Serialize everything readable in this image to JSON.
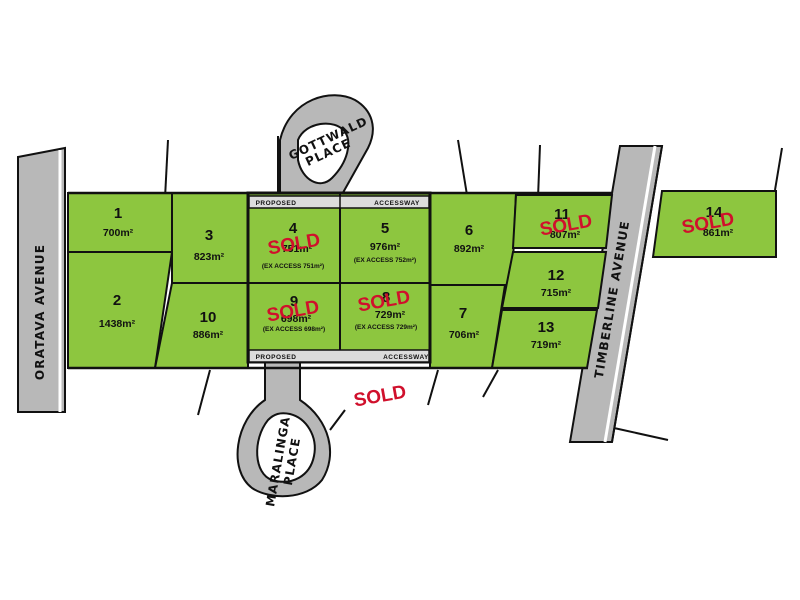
{
  "roads": {
    "oratava": "ORATAVA AVENUE",
    "timberline": "TIMBERLINE AVENUE",
    "gottwald_line1": "GOTTWALD",
    "gottwald_line2": "PLACE",
    "maralinga_line1": "MARALINGA",
    "maralinga_line2": "PLACE"
  },
  "access": {
    "top_left": "PROPOSED",
    "top_right": "ACCESSWAY",
    "bottom_left": "PROPOSED",
    "bottom_right": "ACCESSWAY"
  },
  "lots": [
    {
      "id": "1",
      "area": "700m²",
      "sub": "",
      "sold": false
    },
    {
      "id": "2",
      "area": "1438m²",
      "sub": "",
      "sold": false
    },
    {
      "id": "3",
      "area": "823m²",
      "sub": "",
      "sold": false
    },
    {
      "id": "4",
      "area": "751m²",
      "sub": "(EX ACCESS 751m²)",
      "sold": true
    },
    {
      "id": "5",
      "area": "976m²",
      "sub": "(EX ACCESS 752m²)",
      "sold": false
    },
    {
      "id": "6",
      "area": "892m²",
      "sub": "",
      "sold": false
    },
    {
      "id": "7",
      "area": "706m²",
      "sub": "",
      "sold": false
    },
    {
      "id": "8",
      "area": "729m²",
      "sub": "(EX ACCESS 729m²)",
      "sold": true
    },
    {
      "id": "9",
      "area": "698m²",
      "sub": "(EX ACCESS 698m²)",
      "sold": true
    },
    {
      "id": "10",
      "area": "886m²",
      "sub": "",
      "sold": false
    },
    {
      "id": "11",
      "area": "807m²",
      "sub": "",
      "sold": true
    },
    {
      "id": "12",
      "area": "715m²",
      "sub": "",
      "sold": false
    },
    {
      "id": "13",
      "area": "719m²",
      "sub": "",
      "sold": false
    },
    {
      "id": "14",
      "area": "861m²",
      "sub": "",
      "sold": true
    }
  ],
  "sold_label": "SOLD",
  "colors": {
    "lot_fill": "#8dc63f",
    "road": "#b8b8b8",
    "sold_text": "#d0102c",
    "outline": "#111111"
  }
}
